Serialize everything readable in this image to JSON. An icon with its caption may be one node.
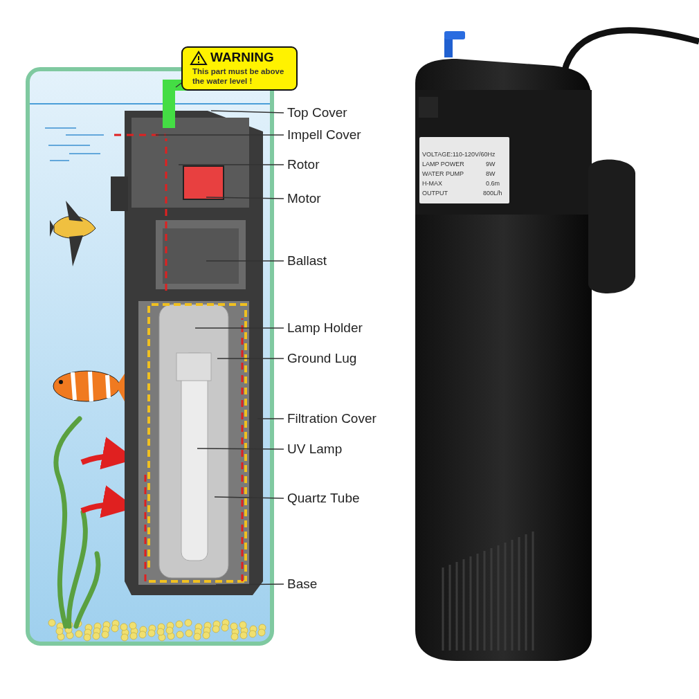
{
  "diagram": {
    "nodes": [
      {
        "text": [
          "WARNING",
          "This part must be above the water level !"
        ]
      },
      {
        "text": [
          "Top Cover"
        ]
      },
      {
        "text": [
          "Impell Cover"
        ]
      },
      {
        "text": [
          "Rotor"
        ]
      },
      {
        "text": [
          "Motor"
        ]
      },
      {
        "text": [
          "Ballast"
        ]
      },
      {
        "text": [
          "Lamp Holder"
        ]
      },
      {
        "text": [
          "Ground Lug"
        ]
      },
      {
        "text": [
          "Filtration Cover"
        ]
      },
      {
        "text": [
          "UV Lamp"
        ]
      },
      {
        "text": [
          "Quartz Tube"
        ]
      },
      {
        "text": [
          "Base"
        ]
      }
    ],
    "edges": [
      {
        "from": 0,
        "to": null,
        "arrow": "none"
      },
      {
        "from": 1,
        "to": null,
        "arrow": "none"
      },
      {
        "from": 2,
        "to": null,
        "arrow": "none"
      },
      {
        "from": 3,
        "to": null,
        "arrow": "none"
      },
      {
        "from": 4,
        "to": null,
        "arrow": "none"
      },
      {
        "from": 5,
        "to": null,
        "arrow": "none"
      },
      {
        "from": 6,
        "to": null,
        "arrow": "none"
      },
      {
        "from": 7,
        "to": null,
        "arrow": "none"
      },
      {
        "from": 8,
        "to": null,
        "arrow": "none"
      },
      {
        "from": 9,
        "to": null,
        "arrow": "none"
      },
      {
        "from": 10,
        "to": null,
        "arrow": "none"
      },
      {
        "from": 11,
        "to": null,
        "arrow": "none"
      }
    ],
    "labels": [
      "VOLTAGE:110-120V/60Hz",
      "LAMP POWER",
      "9W",
      "WATER PUMP",
      "8W",
      "H-MAX",
      "0.6m",
      "OUTPUT",
      "800L/h"
    ]
  }
}
